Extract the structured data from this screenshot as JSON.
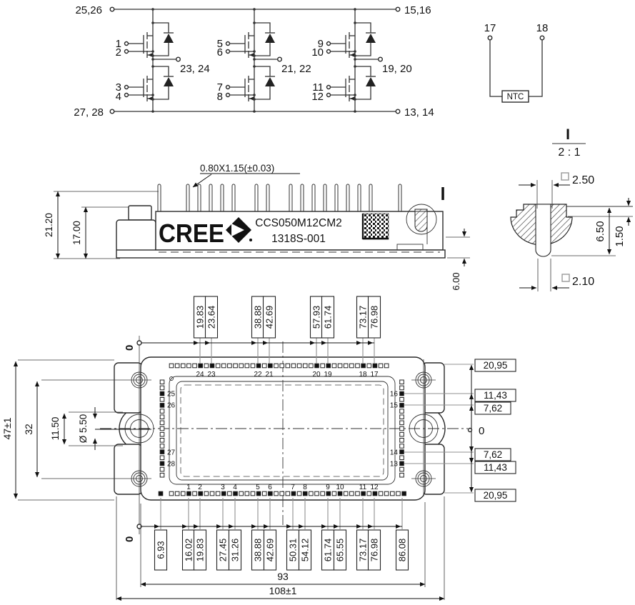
{
  "schematic": {
    "bus": {
      "top_left": "25,26",
      "top_right": "15,16",
      "bottom_left": "27, 28",
      "bottom_right": "13, 14"
    },
    "legs": [
      {
        "gate_top": "1",
        "kelvin_top": "2",
        "gate_bot": "3",
        "kelvin_bot": "4",
        "output": "23, 24"
      },
      {
        "gate_top": "5",
        "kelvin_top": "6",
        "gate_bot": "7",
        "kelvin_bot": "8",
        "output": "21, 22"
      },
      {
        "gate_top": "9",
        "kelvin_top": "10",
        "gate_bot": "11",
        "kelvin_bot": "12",
        "output": "19, 20"
      }
    ],
    "ntc": {
      "label": "NTC",
      "pin_left": "17",
      "pin_right": "18"
    }
  },
  "side_view": {
    "pin_callout": "0.80X1.15(±0.03)",
    "brand": "CREE",
    "part_number": "CCS050M12CM2",
    "serial": "1318S-001",
    "overall_height": "21.20",
    "body_height": "17.00",
    "baseplate_height": "6.00",
    "section_mark": "I"
  },
  "section_view": {
    "label": "I",
    "scale": "2 : 1",
    "slot_width": "2.50",
    "slot_depth": "6.50",
    "lip_height": "1.50",
    "pin_width": "2.10"
  },
  "plan_view": {
    "datum_zero": "0",
    "top_dims": [
      "19.83",
      "23.64",
      "38.88",
      "42.69",
      "57.93",
      "61.74",
      "73.17",
      "76.98"
    ],
    "top_pin_labels": [
      "24",
      "23",
      "22",
      "21",
      "20",
      "19",
      "18",
      "17"
    ],
    "bottom_pin_labels": [
      "1",
      "2",
      "3",
      "4",
      "5",
      "6",
      "7",
      "8",
      "9",
      "10",
      "11",
      "12"
    ],
    "bottom_dims": [
      "6.93",
      "16.02",
      "19.83",
      "27.45",
      "31.26",
      "38.88",
      "42.69",
      "50.31",
      "54.12",
      "61.74",
      "65.55",
      "73.17",
      "76.98",
      "86.08"
    ],
    "pin_span_width": "93",
    "overall_width": "108±1",
    "height_dim": "47±1",
    "hole_span": "32",
    "slot_dim": "11.50",
    "hole_dia": "Ø 5.50",
    "right_dims": [
      "20,95",
      "11,43",
      "7,62",
      "7,62",
      "11,43",
      "20,95"
    ],
    "left_pin_labels": [
      "25",
      "26",
      "27",
      "28"
    ],
    "right_pin_labels": [
      "16",
      "15",
      "14",
      "13"
    ]
  }
}
